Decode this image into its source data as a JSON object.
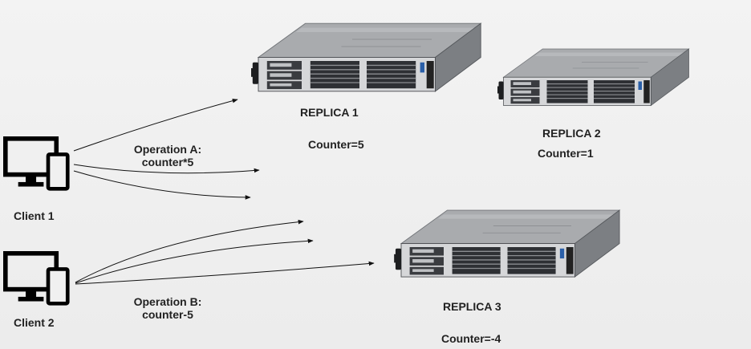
{
  "clients": [
    {
      "label": "Client 1"
    },
    {
      "label": "Client 2"
    }
  ],
  "operations": [
    {
      "line1": "Operation A:",
      "line2": "counter*5"
    },
    {
      "line1": "Operation B:",
      "line2": "counter-5"
    }
  ],
  "replicas": [
    {
      "label": "REPLICA 1",
      "counter": "Counter=5"
    },
    {
      "label": "REPLICA 2",
      "counter": "Counter=1"
    },
    {
      "label": "REPLICA 3",
      "counter": "Counter=-4"
    }
  ],
  "icons": {
    "client": "desktop-and-phone-icon",
    "replica": "rack-server-icon"
  },
  "colors": {
    "text": "#222222",
    "icon": "#000000",
    "arrow": "#111111"
  }
}
